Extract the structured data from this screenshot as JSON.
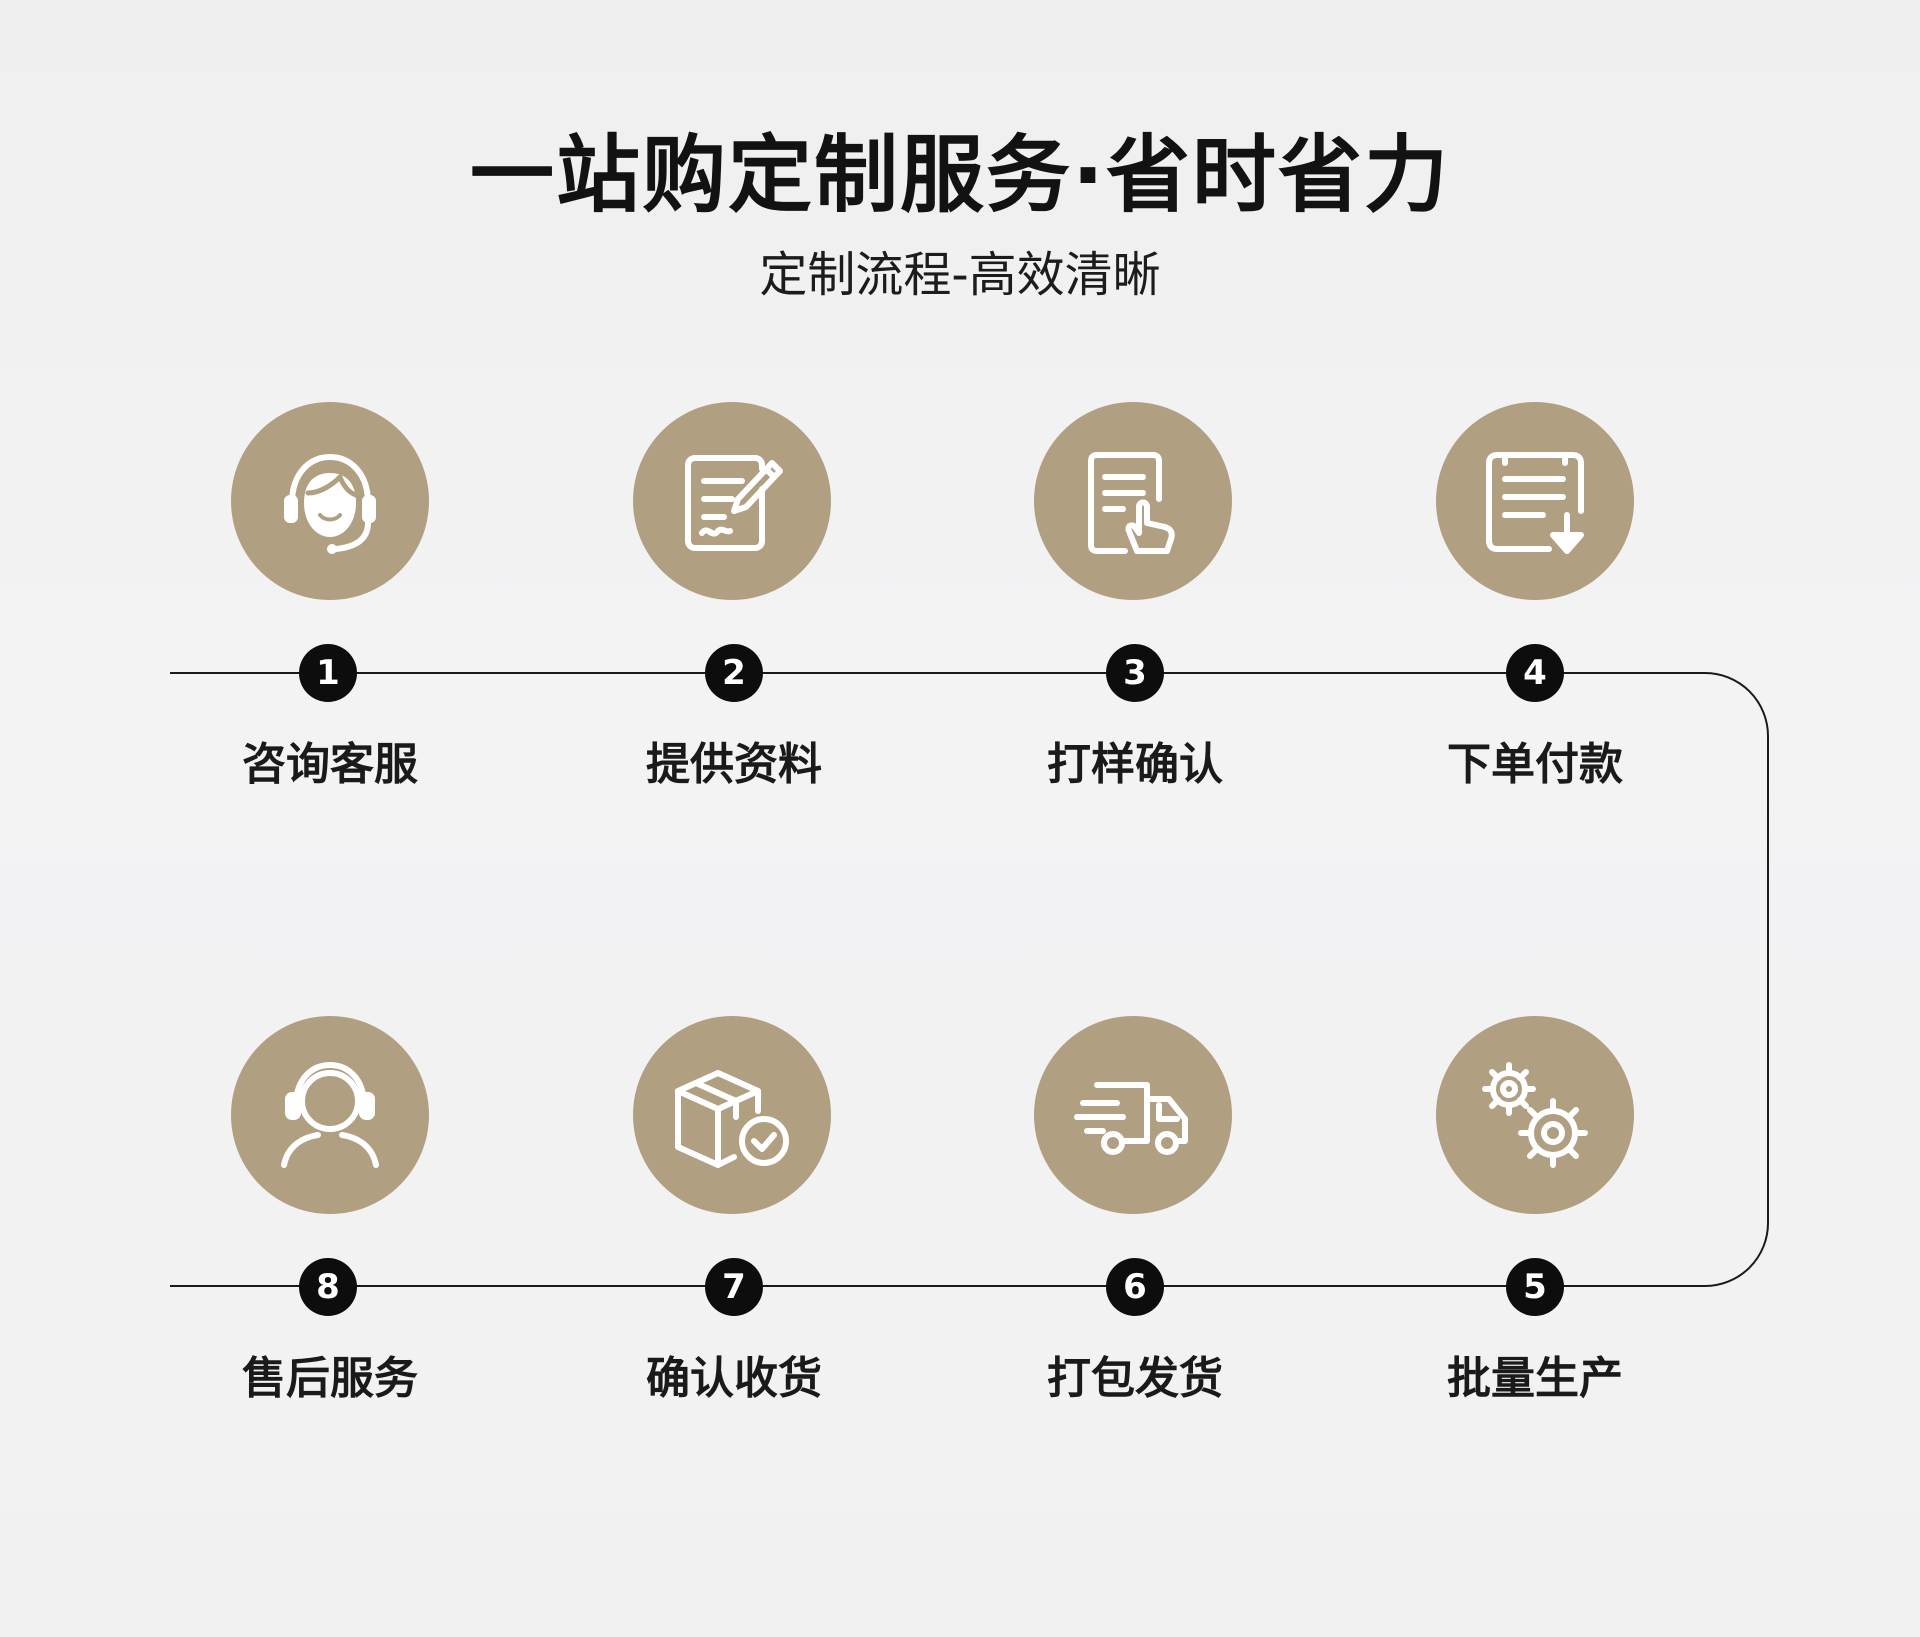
{
  "header": {
    "title": "一站购定制服务·省时省力",
    "subtitle": "定制流程-高效清晰"
  },
  "colors": {
    "circle": "#b19f82",
    "badge": "#0d0d0d",
    "line": "#1a1a1a"
  },
  "steps": [
    {
      "number": "1",
      "label": "咨询客服",
      "icon": "customer-service-headset-icon"
    },
    {
      "number": "2",
      "label": "提供资料",
      "icon": "document-edit-icon"
    },
    {
      "number": "3",
      "label": "打样确认",
      "icon": "document-tap-icon"
    },
    {
      "number": "4",
      "label": "下单付款",
      "icon": "document-download-icon"
    },
    {
      "number": "5",
      "label": "批量生产",
      "icon": "gears-icon"
    },
    {
      "number": "6",
      "label": "打包发货",
      "icon": "delivery-truck-icon"
    },
    {
      "number": "7",
      "label": "确认收货",
      "icon": "package-check-icon"
    },
    {
      "number": "8",
      "label": "售后服务",
      "icon": "support-agent-icon"
    }
  ]
}
